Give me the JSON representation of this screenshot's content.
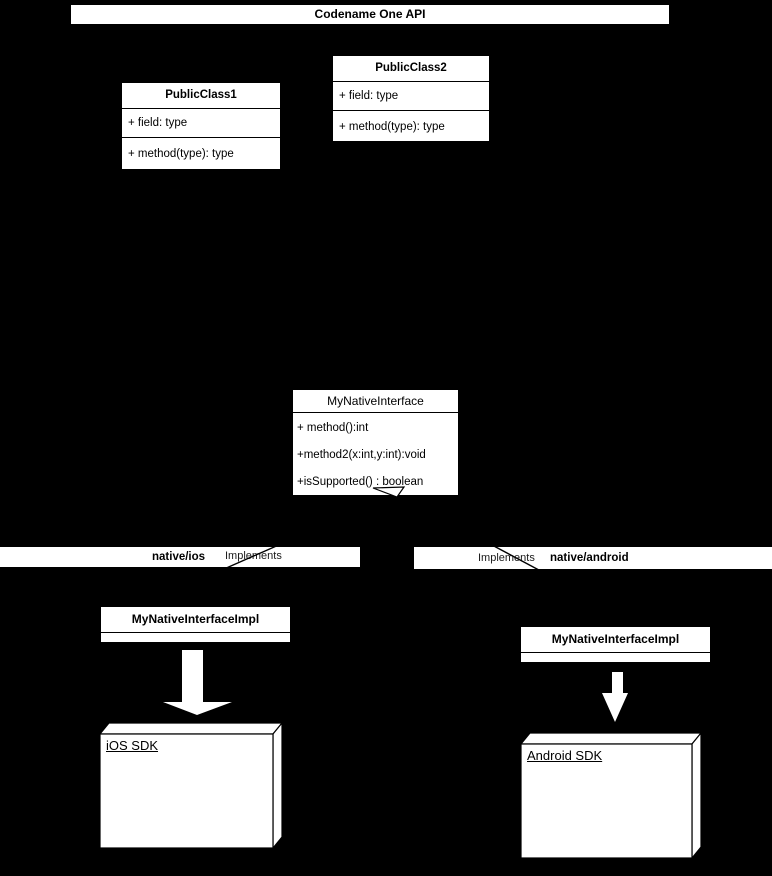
{
  "theme": {
    "background": "#000000",
    "surface": "#ffffff",
    "line": "#000000",
    "text": "#000000"
  },
  "header": {
    "title": "Codename One API"
  },
  "classes": {
    "public_class_1": {
      "name": "PublicClass1",
      "members": [
        "+ field: type",
        "+ method(type): type"
      ]
    },
    "public_class_2": {
      "name": "PublicClass2",
      "members": [
        "+ field: type",
        "+ method(type): type"
      ]
    },
    "native_interface": {
      "name": "MyNativeInterface",
      "methods": [
        "+ method():int",
        "+method2(x:int,y:int):void",
        "+isSupported() : boolean"
      ]
    }
  },
  "sections": {
    "ios": {
      "title": "native/ios",
      "relation_label": "Implements",
      "impl_class": "MyNativeInterfaceImpl",
      "sdk": "iOS SDK"
    },
    "android": {
      "title": "native/android",
      "relation_label": "Implements",
      "impl_class": "MyNativeInterfaceImpl",
      "sdk": "Android SDK"
    }
  }
}
